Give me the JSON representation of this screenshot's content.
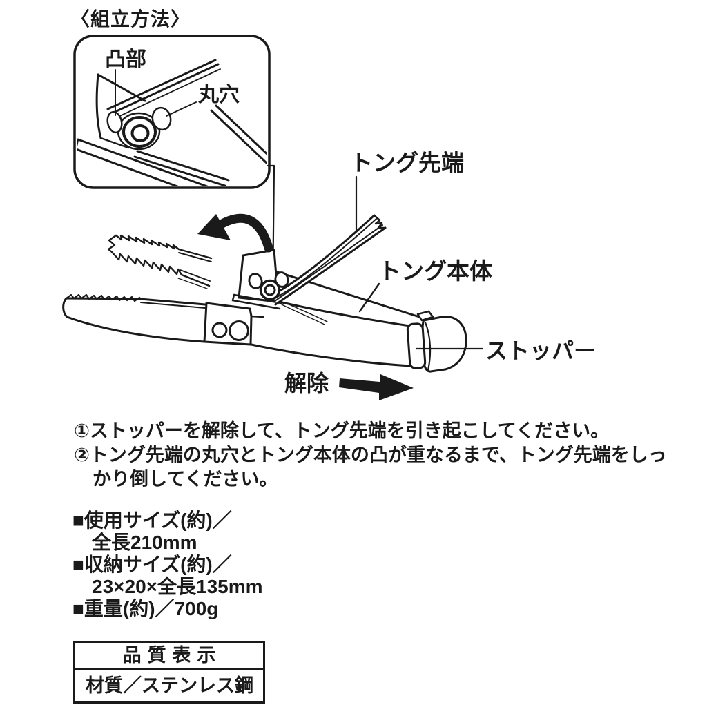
{
  "page": {
    "title": "〈組立方法〉",
    "background": "#ffffff",
    "ink": "#1a1a1a"
  },
  "diagram": {
    "inset": {
      "protrusion_label": "凸部",
      "round_hole_label": "丸穴"
    },
    "labels": {
      "tong_tip": "トング先端",
      "tong_body": "トング本体",
      "stopper": "ストッパー",
      "release": "解除"
    }
  },
  "instructions": {
    "step1": "①ストッパーを解除して、トング先端を引き起こしてください。",
    "step2_line1": "②トング先端の丸穴とトング本体の凸が重なるまで、トング先端をしっ",
    "step2_line2": "かり倒してください。"
  },
  "specs": {
    "use_size_label": "■使用サイズ(約)／",
    "use_size_value": "全長210mm",
    "storage_size_label": "■収納サイズ(約)／",
    "storage_size_value": "23×20×全長135mm",
    "weight": "■重量(約)／700g"
  },
  "quality_table": {
    "header": "品質表示",
    "material": "材質／ステンレス鋼"
  }
}
